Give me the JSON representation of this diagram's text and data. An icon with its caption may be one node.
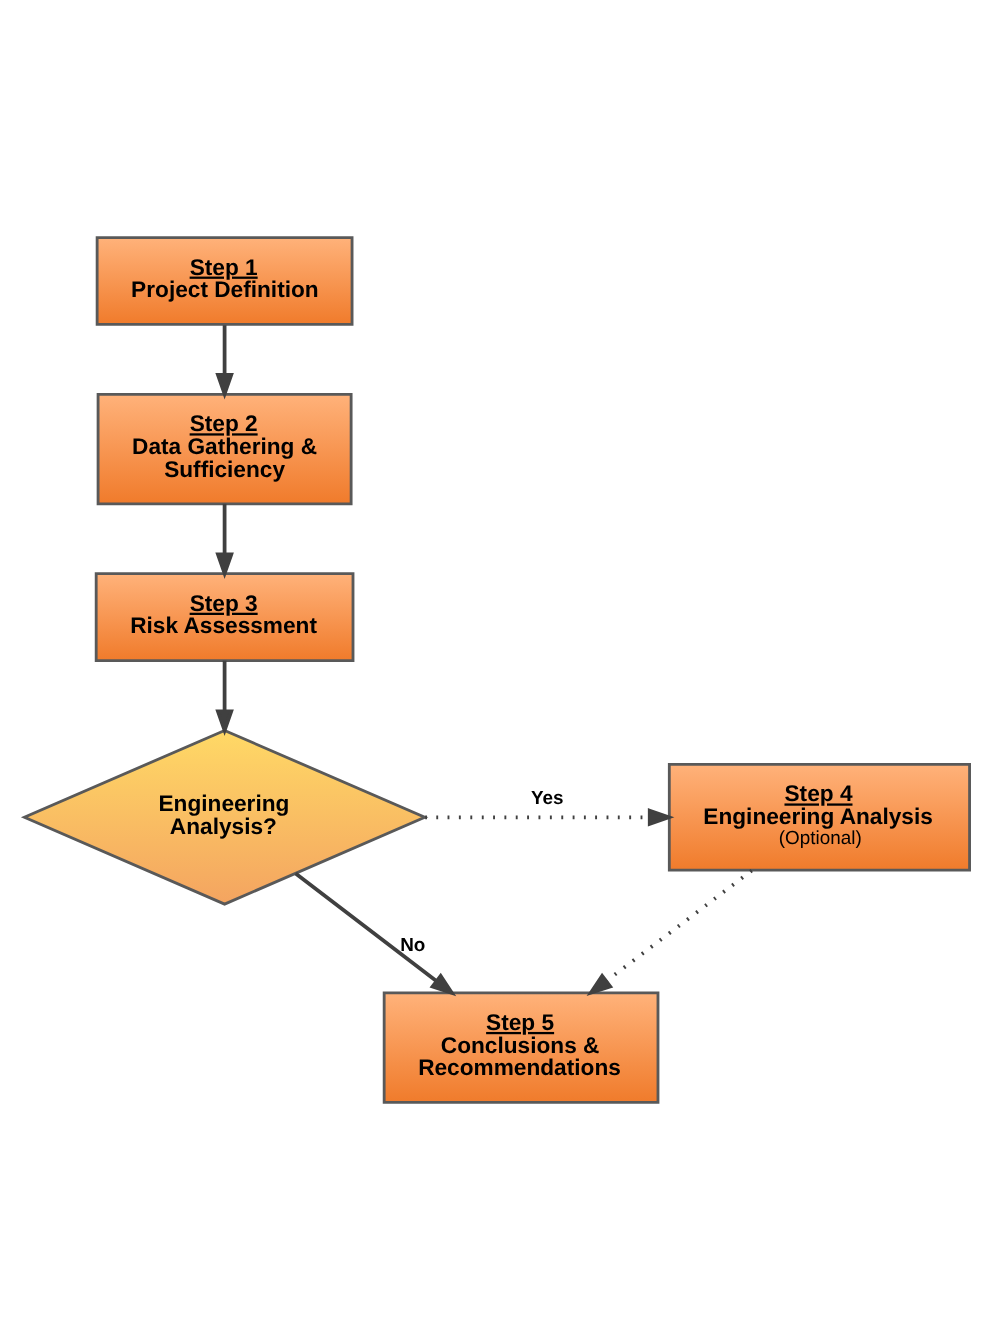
{
  "diagram": {
    "nodes": [
      {
        "text": [
          "Step 1",
          "Project Definition"
        ]
      },
      {
        "text": [
          "Step 2",
          "Data Gathering & Sufficiency"
        ]
      },
      {
        "text": [
          "Step 3",
          "Risk Assessment"
        ]
      },
      {
        "text": [
          "Engineering Analysis?"
        ]
      },
      {
        "text": [
          "Step 4",
          "Engineering Analysis",
          "(Optional)"
        ]
      },
      {
        "text": [
          "Step 5",
          "Conclusions & Recommendations"
        ]
      }
    ],
    "edges": [
      {
        "from": 0,
        "to": 1,
        "arrow": "to"
      },
      {
        "from": 1,
        "to": 2,
        "arrow": "to"
      },
      {
        "from": 2,
        "to": 3,
        "arrow": "to"
      },
      {
        "from": 3,
        "to": 4,
        "arrow": "to",
        "label": "Yes",
        "style": "dashed"
      },
      {
        "from": 3,
        "to": 5,
        "arrow": "to",
        "label": "No"
      },
      {
        "from": 4,
        "to": 5,
        "arrow": "to",
        "style": "dashed"
      }
    ]
  }
}
